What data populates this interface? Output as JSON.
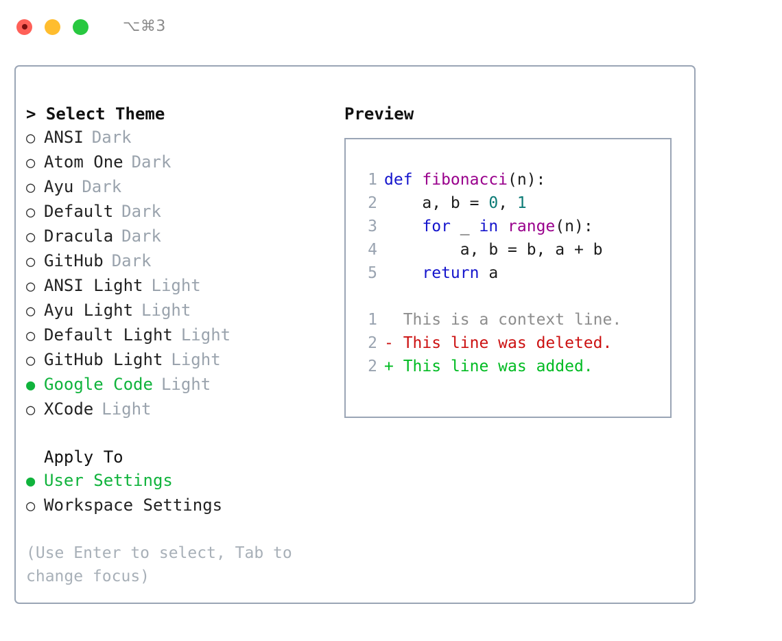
{
  "window": {
    "shortcut": "⌥⌘3",
    "traffic_lights": [
      {
        "name": "close",
        "color": "#ff6058"
      },
      {
        "name": "minimize",
        "color": "#ffbd2e"
      },
      {
        "name": "maximize",
        "color": "#28c840"
      }
    ]
  },
  "colors": {
    "accent_selected": "#10b33c",
    "muted": "#9aa3ad",
    "hint": "#a8b0b8",
    "border": "#9aa5b5",
    "keyword": "#1414cc",
    "function": "#99008c",
    "number": "#0b7a75",
    "diff_added": "#00bb22",
    "diff_deleted": "#cc1111",
    "diff_context": "#8d8d8d",
    "line_number": "#99a3b0"
  },
  "theme_list": {
    "heading": "> Select Theme",
    "marker_unselected": "○",
    "marker_selected": "●",
    "items": [
      {
        "name": "ANSI",
        "variant": "Dark",
        "selected": false
      },
      {
        "name": "Atom One",
        "variant": "Dark",
        "selected": false
      },
      {
        "name": "Ayu",
        "variant": "Dark",
        "selected": false
      },
      {
        "name": "Default",
        "variant": "Dark",
        "selected": false
      },
      {
        "name": "Dracula",
        "variant": "Dark",
        "selected": false
      },
      {
        "name": "GitHub",
        "variant": "Dark",
        "selected": false
      },
      {
        "name": "ANSI Light",
        "variant": "Light",
        "selected": false
      },
      {
        "name": "Ayu Light",
        "variant": "Light",
        "selected": false
      },
      {
        "name": "Default Light",
        "variant": "Light",
        "selected": false
      },
      {
        "name": "GitHub Light",
        "variant": "Light",
        "selected": false
      },
      {
        "name": "Google Code",
        "variant": "Light",
        "selected": true
      },
      {
        "name": "XCode",
        "variant": "Light",
        "selected": false
      }
    ]
  },
  "apply_to": {
    "heading": "Apply To",
    "items": [
      {
        "name": "User Settings",
        "selected": true
      },
      {
        "name": "Workspace Settings",
        "selected": false
      }
    ]
  },
  "hint": "(Use Enter to select, Tab to change focus)",
  "preview": {
    "heading": "Preview",
    "code_lines": [
      {
        "number": "1",
        "tokens": [
          {
            "text": "def ",
            "kind": "kw"
          },
          {
            "text": "fibonacci",
            "kind": "fn"
          },
          {
            "text": "(n):",
            "kind": "plain"
          }
        ]
      },
      {
        "number": "2",
        "tokens": [
          {
            "text": "    a, b = ",
            "kind": "plain"
          },
          {
            "text": "0",
            "kind": "num"
          },
          {
            "text": ", ",
            "kind": "plain"
          },
          {
            "text": "1",
            "kind": "num"
          }
        ]
      },
      {
        "number": "3",
        "tokens": [
          {
            "text": "    ",
            "kind": "plain"
          },
          {
            "text": "for",
            "kind": "kw"
          },
          {
            "text": " _ ",
            "kind": "plain"
          },
          {
            "text": "in",
            "kind": "kw"
          },
          {
            "text": " ",
            "kind": "plain"
          },
          {
            "text": "range",
            "kind": "fn"
          },
          {
            "text": "(n):",
            "kind": "plain"
          }
        ]
      },
      {
        "number": "4",
        "tokens": [
          {
            "text": "        a, b = b, a + b",
            "kind": "plain"
          }
        ]
      },
      {
        "number": "5",
        "tokens": [
          {
            "text": "    ",
            "kind": "plain"
          },
          {
            "text": "return",
            "kind": "kw"
          },
          {
            "text": " a",
            "kind": "plain"
          }
        ]
      }
    ],
    "diff_lines": [
      {
        "number": "1",
        "marker": " ",
        "text": " This is a context line.",
        "kind": "context"
      },
      {
        "number": "2",
        "marker": "-",
        "text": " This line was deleted.",
        "kind": "deleted"
      },
      {
        "number": "2",
        "marker": "+",
        "text": " This line was added.",
        "kind": "added"
      }
    ]
  }
}
